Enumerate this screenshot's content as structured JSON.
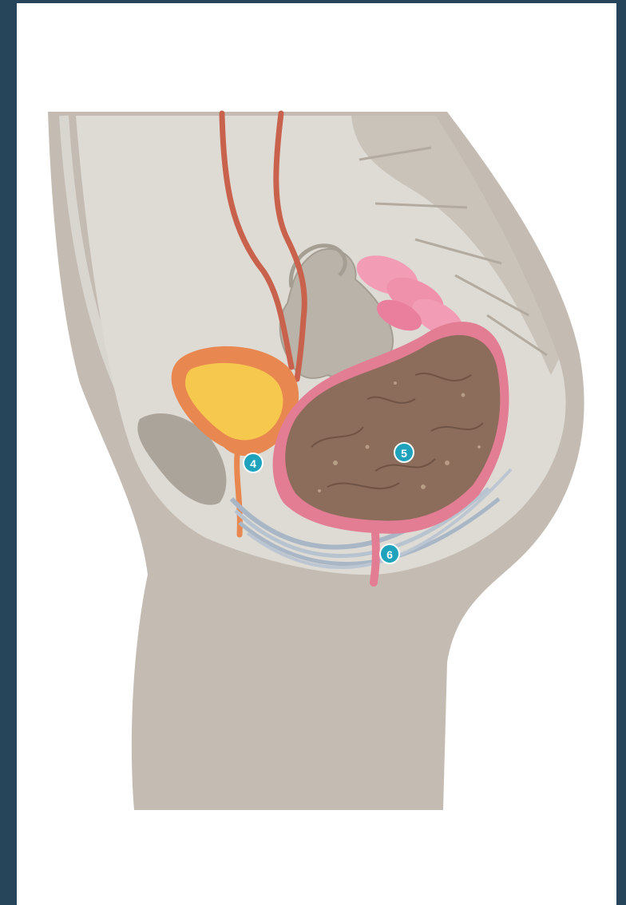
{
  "markers": [
    {
      "label": "4"
    },
    {
      "label": "5"
    },
    {
      "label": "6"
    }
  ],
  "colors": {
    "frame": "#26445a",
    "body": "#c4bcb2",
    "cavity": "#dedbd5",
    "bladder_wall": "#e8874f",
    "urine": "#f6c84e",
    "artery": "#c9624c",
    "bowel_wall": "#e27d93",
    "stool": "#8c6c5b",
    "pelvic_floor": "#a9b6c6",
    "marker": "#1fa3bd"
  },
  "icons": [
    "number-marker-4",
    "number-marker-5",
    "number-marker-6"
  ]
}
